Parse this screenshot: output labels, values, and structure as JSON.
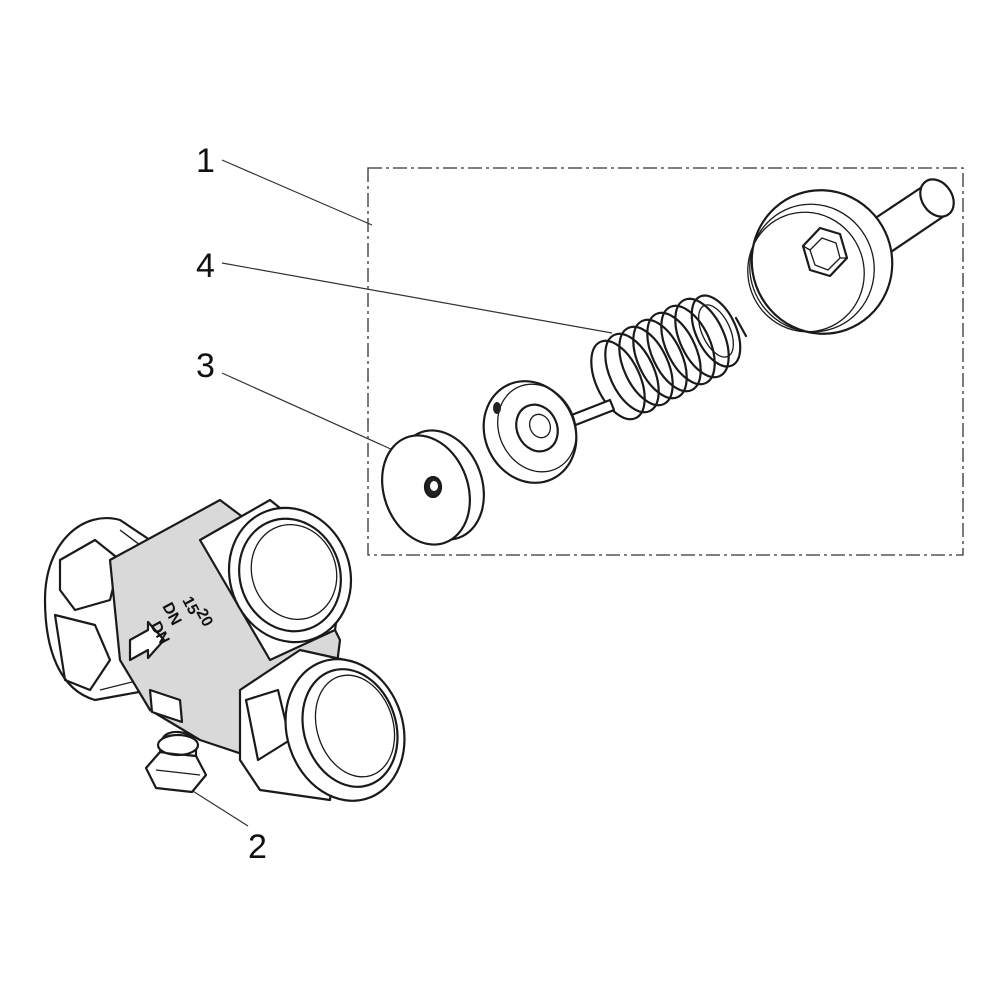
{
  "callouts": {
    "c1": "1",
    "c2": "2",
    "c3": "3",
    "c4": "4"
  },
  "body_markings": [
    "DN",
    "DN",
    "15",
    "20"
  ],
  "colors": {
    "line": "#1a1a1a",
    "background": "#ffffff",
    "shade": "#d9d9d9"
  }
}
